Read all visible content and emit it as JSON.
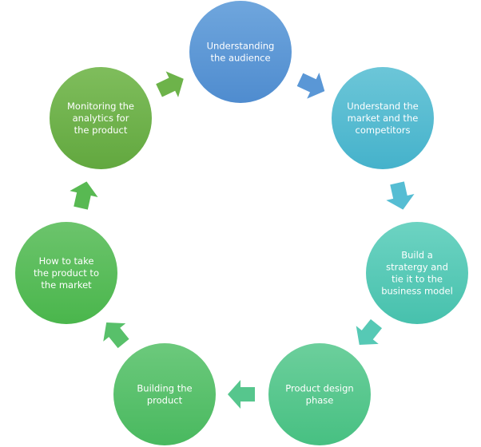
{
  "title": "Product development cycle",
  "nodes": [
    {
      "id": "understanding-audience",
      "lines": [
        "Understanding",
        "the audience"
      ],
      "color_top": "#6fa6dd",
      "color_bottom": "#4f8ccf"
    },
    {
      "id": "understand-market",
      "lines": [
        "Understand the",
        "market and the",
        "competitors"
      ],
      "color_top": "#6cc6d8",
      "color_bottom": "#45b2cb"
    },
    {
      "id": "build-strategy",
      "lines": [
        "Build a",
        "stratergy and",
        "tie it to the",
        "business model"
      ],
      "color_top": "#6dd3c2",
      "color_bottom": "#47c1ad"
    },
    {
      "id": "product-design",
      "lines": [
        "Product design",
        "phase"
      ],
      "color_top": "#6ccf9c",
      "color_bottom": "#47c082"
    },
    {
      "id": "building-product",
      "lines": [
        "Building the",
        "product"
      ],
      "color_top": "#6cc97c",
      "color_bottom": "#49b95f"
    },
    {
      "id": "go-to-market",
      "lines": [
        "How to take",
        "the product to",
        "the market"
      ],
      "color_top": "#6cc46c",
      "color_bottom": "#4ab64c"
    },
    {
      "id": "monitoring-analytics",
      "lines": [
        "Monitoring the",
        "analytics for",
        "the product"
      ],
      "color_top": "#7fbd5c",
      "color_bottom": "#62a83f"
    }
  ],
  "arrows": [
    {
      "from": "understanding-audience",
      "to": "understand-market",
      "color": "#5a97d6"
    },
    {
      "from": "understand-market",
      "to": "build-strategy",
      "color": "#55bdd3"
    },
    {
      "from": "build-strategy",
      "to": "product-design",
      "color": "#56c9b5"
    },
    {
      "from": "product-design",
      "to": "building-product",
      "color": "#56c68d"
    },
    {
      "from": "building-product",
      "to": "go-to-market",
      "color": "#58c06a"
    },
    {
      "from": "go-to-market",
      "to": "monitoring-analytics",
      "color": "#58b952"
    },
    {
      "from": "monitoring-analytics",
      "to": "understanding-audience",
      "color": "#6db34a"
    }
  ]
}
